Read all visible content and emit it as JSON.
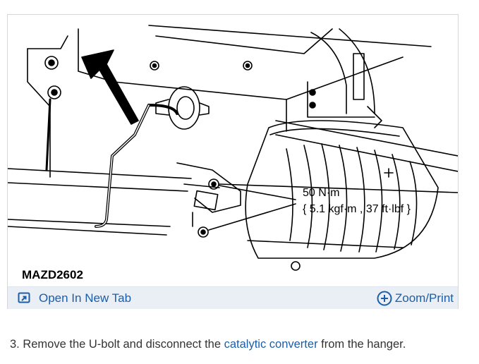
{
  "figure": {
    "label": "MAZD2602",
    "torque_value": "50 N·m",
    "torque_detail": "{ 5.1 kgf·m , 37 ft·lbf }"
  },
  "toolbar": {
    "open_tab_label": "Open In New Tab",
    "zoom_print_label": "Zoom/Print",
    "open_tab_icon": "open-new-tab-icon",
    "zoom_icon": "zoom-plus-icon",
    "link_color": "#1b5ea8"
  },
  "step": {
    "prefix": "3. Remove the U-bolt and disconnect the ",
    "link": "catalytic converter",
    "suffix": " from the hanger."
  }
}
